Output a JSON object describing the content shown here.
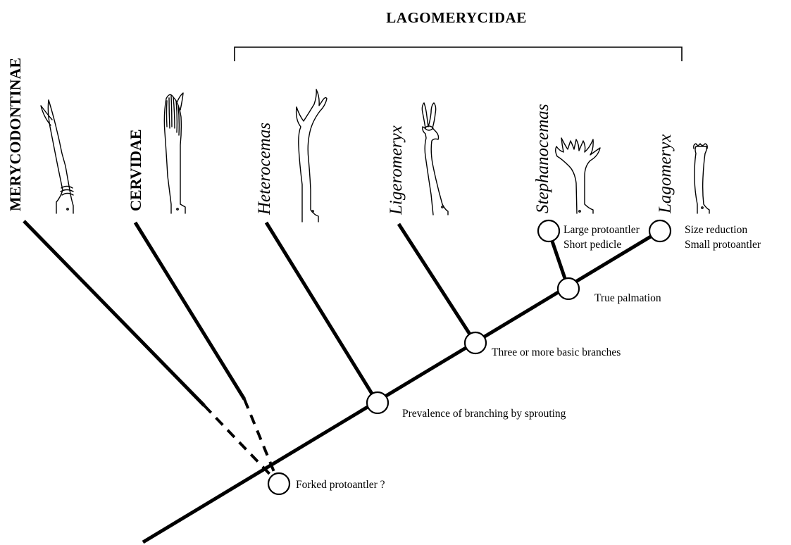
{
  "group_title": "LAGOMERYCIDAE",
  "taxa": [
    {
      "id": "merycodontinae",
      "label": "MERYCODONTINAE"
    },
    {
      "id": "cervidae",
      "label": "CERVIDAE"
    },
    {
      "id": "heterocemas",
      "label": "Heterocemas"
    },
    {
      "id": "ligeromeryx",
      "label": "Ligeromeryx"
    },
    {
      "id": "stephanocemas",
      "label": "Stephanocemas"
    },
    {
      "id": "lagomeryx",
      "label": "Lagomeryx"
    }
  ],
  "nodes": [
    {
      "id": "forked",
      "label": "Forked protoantler ?"
    },
    {
      "id": "sprouting",
      "label": "Prevalence of branching by sprouting"
    },
    {
      "id": "three_branches",
      "label": "Three or more basic branches"
    },
    {
      "id": "palmation",
      "label": "True palmation"
    },
    {
      "id": "stephanocemas_tip",
      "label_lines": [
        "Large protoantler",
        "Short pedicle"
      ]
    },
    {
      "id": "lagomeryx_tip",
      "label_lines": [
        "Size reduction",
        "Small protoantler"
      ]
    }
  ]
}
